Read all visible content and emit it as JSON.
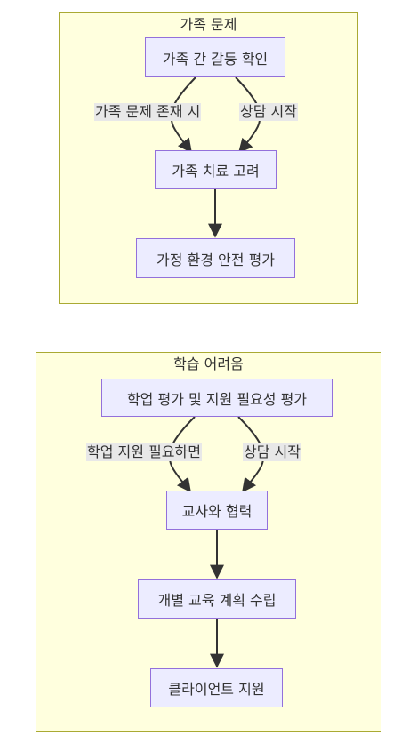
{
  "family": {
    "title": "가족 문제",
    "nodes": {
      "conflict": "가족 간 갈등 확인",
      "therapy": "가족 치료 고려",
      "safety": "가정 환경 안전 평가"
    },
    "edges": {
      "exists": "가족 문제 존재 시",
      "start": "상담 시작"
    }
  },
  "learning": {
    "title": "학습 어려움",
    "nodes": {
      "assess": "학업 평가 및 지원 필요성 평가",
      "teacher": "교사와 협력",
      "plan": "개별 교육 계획 수립",
      "support": "클라이언트 지원"
    },
    "edges": {
      "needed": "학업 지원 필요하면",
      "start": "상담 시작"
    }
  },
  "colors": {
    "cluster_fill": "#ffffde",
    "cluster_border": "#aaaa33",
    "node_fill": "#ececff",
    "node_border": "#9370db",
    "edge": "#333333",
    "edge_label_bg": "#e8e8e8"
  }
}
